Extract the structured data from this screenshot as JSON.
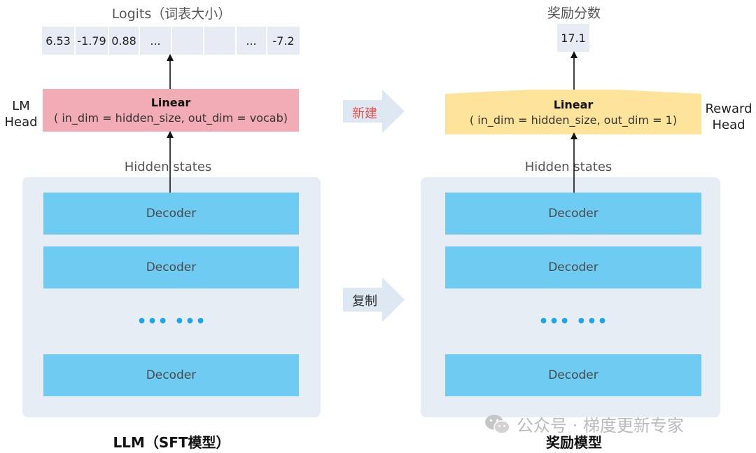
{
  "left": {
    "logits_title": "Logits（词表大小）",
    "logits": [
      "6.53",
      "-1.79",
      "0.88",
      "...",
      "",
      "",
      "...",
      "-7.2"
    ],
    "head_label_line1": "LM",
    "head_label_line2": "Head",
    "linear_title": "Linear",
    "linear_sub": "( in_dim = hidden_size,  out_dim = vocab)",
    "hidden_states": "Hidden states",
    "decoder_labels": [
      "Decoder",
      "Decoder",
      "Decoder"
    ],
    "dots": "••• •••",
    "bottom_title": "LLM（SFT模型）"
  },
  "right": {
    "score_title": "奖励分数",
    "score": "17.1",
    "head_label_line1": "Reward",
    "head_label_line2": "Head",
    "linear_title": "Linear",
    "linear_sub": "( in_dim = hidden_size,  out_dim = 1)",
    "hidden_states": "Hidden states",
    "decoder_labels": [
      "Decoder",
      "Decoder",
      "Decoder"
    ],
    "dots": "••• •••",
    "bottom_title": "奖励模型"
  },
  "middle": {
    "new_label": "新建",
    "copy_label": "复制"
  },
  "watermark": "公众号 · 梯度更新专家",
  "colors": {
    "lm_head_fill": "#f1acb6",
    "reward_head_fill": "#fde49a",
    "decoder_fill": "#6ecbf2",
    "panel_fill": "#e6edf5",
    "new_label": "#e8504f",
    "copy_label": "#333333",
    "arrow_fill": "#dde8f3"
  }
}
